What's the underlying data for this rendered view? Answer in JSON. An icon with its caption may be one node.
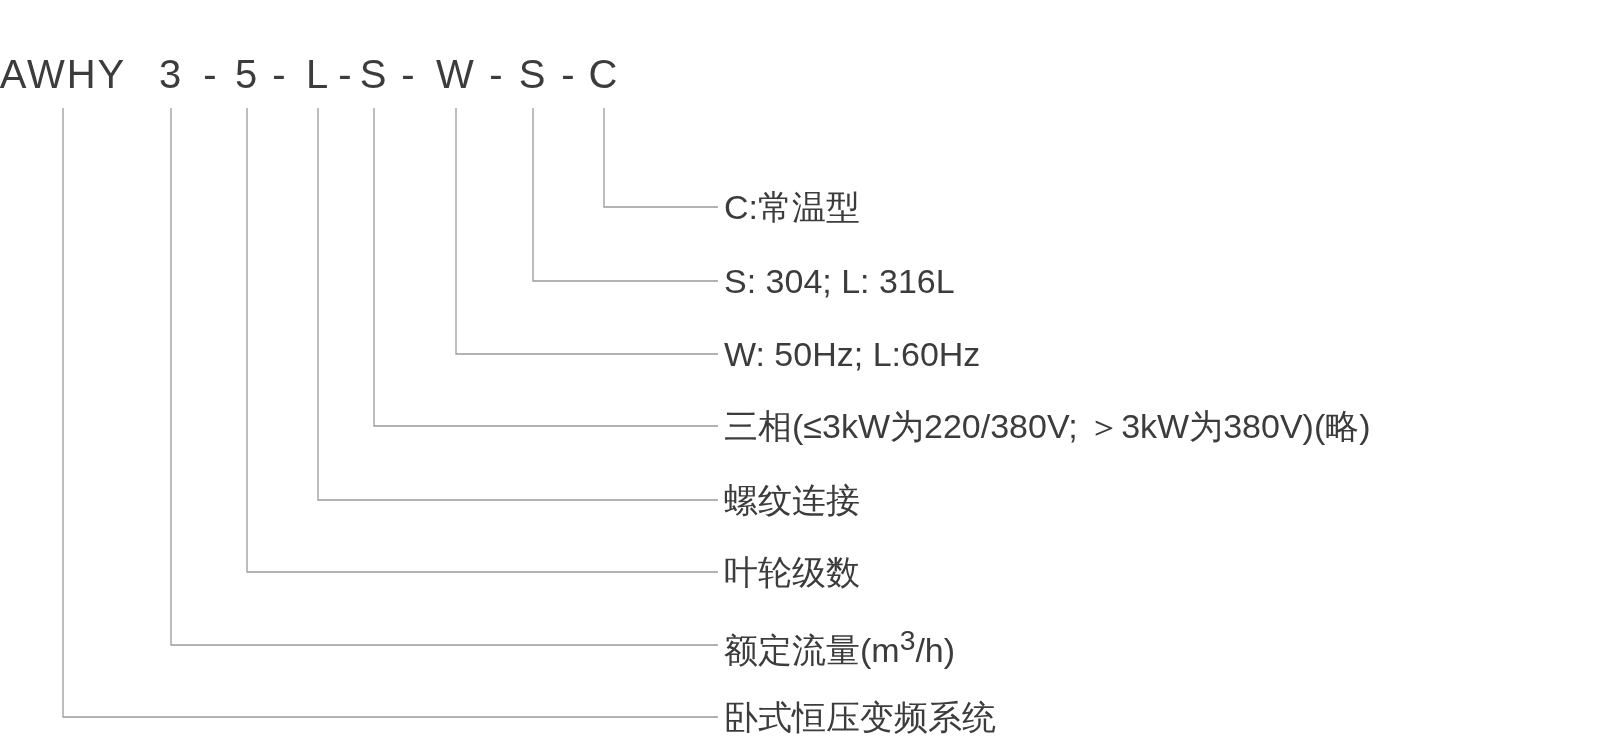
{
  "diagram": {
    "nodes": [
      {
        "text": [
          "AWHY"
        ]
      },
      {
        "text": [
          "3"
        ]
      },
      {
        "text": [
          "5"
        ]
      },
      {
        "text": [
          "L"
        ]
      },
      {
        "text": [
          "S"
        ]
      },
      {
        "text": [
          "W"
        ]
      },
      {
        "text": [
          "S"
        ]
      },
      {
        "text": [
          "C"
        ]
      },
      {
        "text": [
          "C:常温型"
        ]
      },
      {
        "text": [
          "S: 304; L: 316L"
        ]
      },
      {
        "text": [
          "W: 50Hz; L:60Hz"
        ]
      },
      {
        "text": [
          "三相(≤3kW为220/380V; ＞3kW为380V)(略)"
        ]
      },
      {
        "text": [
          "螺纹连接"
        ]
      },
      {
        "text": [
          "叶轮级数"
        ]
      },
      {
        "text": [
          "额定流量(m$^{3}$/h)"
        ]
      },
      {
        "text": [
          "卧式恒压变频系统"
        ]
      }
    ],
    "edges": [
      {
        "from": 7,
        "to": 8,
        "arrow": "none"
      },
      {
        "from": 6,
        "to": 9,
        "arrow": "none"
      },
      {
        "from": 5,
        "to": 10,
        "arrow": "none"
      },
      {
        "from": 4,
        "to": 11,
        "arrow": "none"
      },
      {
        "from": 3,
        "to": 12,
        "arrow": "none"
      },
      {
        "from": 2,
        "to": 13,
        "arrow": "none"
      },
      {
        "from": 1,
        "to": 14,
        "arrow": "none"
      },
      {
        "from": 0,
        "to": 15,
        "arrow": "none"
      }
    ],
    "labels": [
      "-",
      "-",
      "-",
      "-",
      "-",
      "-"
    ]
  }
}
